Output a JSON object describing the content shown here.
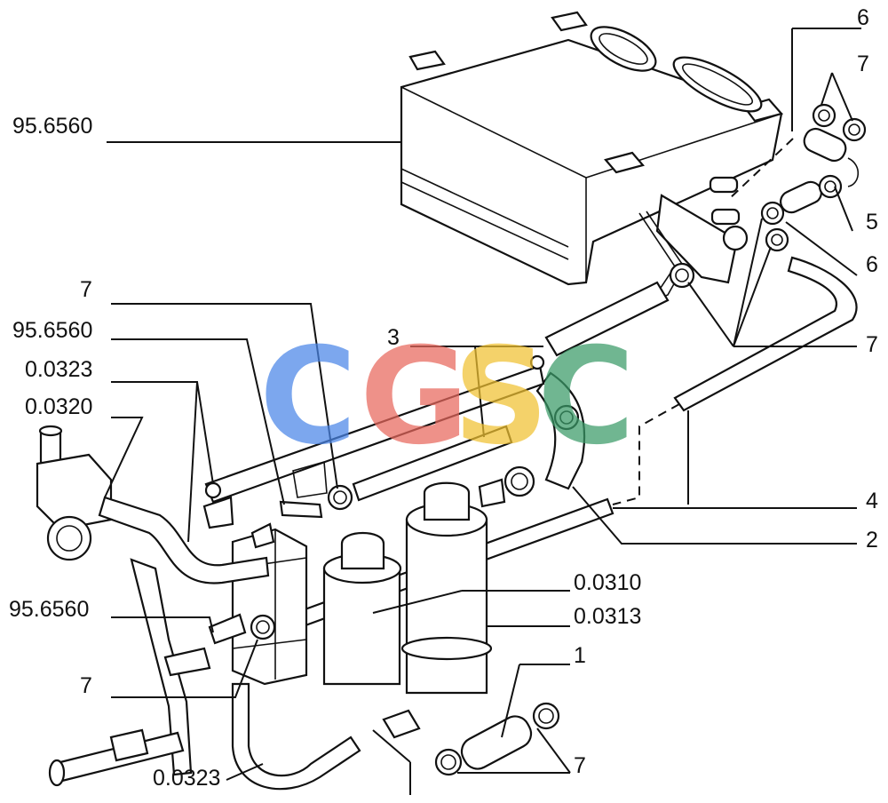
{
  "labels": {
    "l1": "95.6560",
    "l2": "7",
    "l3": "95.6560",
    "l4": "0.0323",
    "l5": "0.0320",
    "l6": "95.6560",
    "l7": "7",
    "l8": "0.0323",
    "l9": "3",
    "l10": "6",
    "l11": "7",
    "l12": "5",
    "l13": "6",
    "l14": "7",
    "l15": "4",
    "l16": "2",
    "l17": "0.0310",
    "l18": "0.0313",
    "l19": "1",
    "l20": "7"
  },
  "watermark": {
    "c1": "C",
    "g": "G",
    "s": "S",
    "c2": "C",
    "colors": {
      "blue": "#4a86e8",
      "red": "#e8675c",
      "yellow": "#f1c232",
      "green": "#3a9a68"
    }
  }
}
